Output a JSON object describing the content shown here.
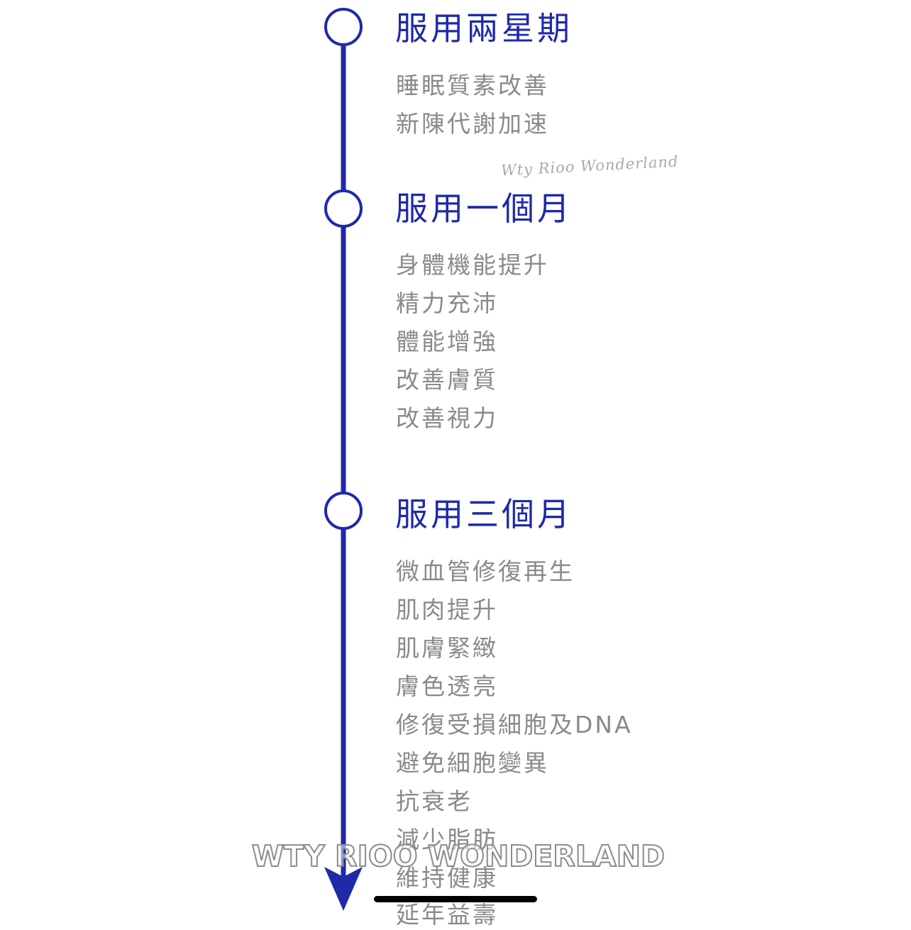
{
  "colors": {
    "timeline": "#1e2aa8",
    "title_text": "#1e2aa8",
    "benefit_text": "#8a8a8a",
    "background": "#ffffff"
  },
  "stages": [
    {
      "title": "服用兩星期",
      "benefits": [
        "睡眠質素改善",
        "新陳代謝加速"
      ]
    },
    {
      "title": "服用一個月",
      "benefits": [
        "身體機能提升",
        "精力充沛",
        "體能增強",
        "改善膚質",
        "改善視力"
      ]
    },
    {
      "title": "服用三個月",
      "benefits": [
        "微血管修復再生",
        "肌肉提升",
        "肌膚緊緻",
        "膚色透亮",
        "修復受損細胞及DNA",
        "避免細胞變異",
        "抗衰老",
        "減少脂肪",
        "維持健康",
        "延年益壽"
      ]
    }
  ],
  "signature": "Wty Rioo Wonderland",
  "watermark": "WTY RIOO WONDERLAND"
}
